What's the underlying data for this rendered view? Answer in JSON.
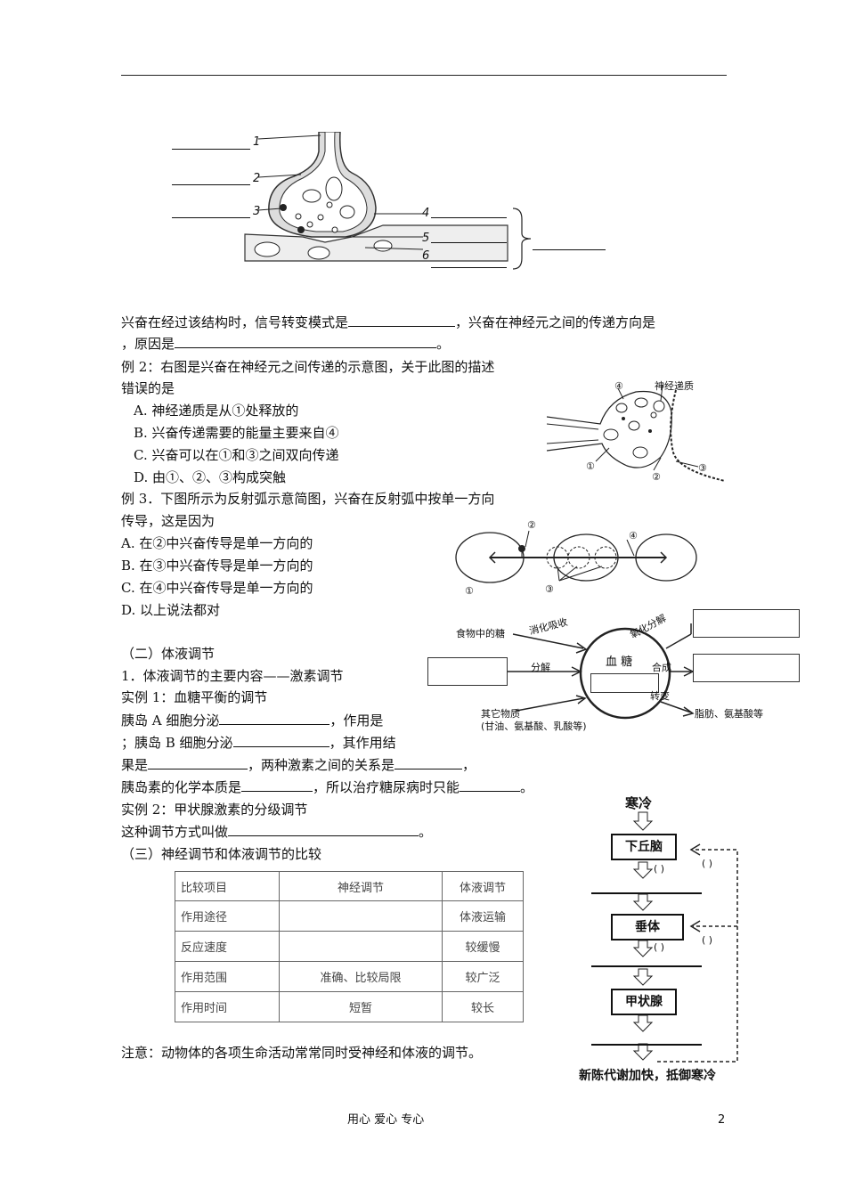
{
  "synapse_figure": {
    "labels": [
      "1",
      "2",
      "3",
      "4",
      "5",
      "6"
    ]
  },
  "q1": {
    "line1_a": "兴奋在经过该结构时，信号转变模式是",
    "line1_b": "，兴奋在神经元之间的传递方向是",
    "line2_a": "，原因是",
    "line2_b": "。"
  },
  "ex2": {
    "stem_l1": "例 2：右图是兴奋在神经元之间传递的示意图，关于此图的描述",
    "stem_l2": "错误的是",
    "options": [
      "A. 神经递质是从①处释放的",
      "B. 兴奋传递需要的能量主要来自④",
      "C. 兴奋可以在①和③之间双向传递",
      "D. 由①、②、③构成突触"
    ],
    "fig_labels": {
      "n4": "④",
      "nt": "神经递质",
      "n1": "①",
      "n2": "②",
      "n3": "③"
    }
  },
  "ex3": {
    "stem_l1": "例 3．下图所示为反射弧示意简图，兴奋在反射弧中按单一方向",
    "stem_l2": "传导，这是因为",
    "options": [
      "A. 在②中兴奋传导是单一方向的",
      "B. 在③中兴奋传导是单一方向的",
      "C. 在④中兴奋传导是单一方向的",
      "D. 以上说法都对"
    ],
    "fig_labels": {
      "n1": "①",
      "n2": "②",
      "n3": "③",
      "n4": "④"
    }
  },
  "section2": {
    "heading": "（二）体液调节",
    "item1": "1．体液调节的主要内容——激素调节",
    "case1": "实例 1：血糖平衡的调节",
    "l1_a": "胰岛 A 细胞分泌",
    "l1_b": "，作用是",
    "l2_a": "；胰岛 B 细胞分泌",
    "l2_b": "，其作用结",
    "l3_a": "果是",
    "l3_b": "，两种激素之间的关系是",
    "l3_c": "，",
    "l4_a": "胰岛素的化学本质是",
    "l4_b": "，所以治疗糖尿病时只能",
    "l4_c": "。",
    "case2": "实例 2：甲状腺激素的分级调节",
    "l5_a": "这种调节方式叫做",
    "l5_b": "。"
  },
  "glucose_figure": {
    "food": "食物中的糖",
    "digest": "消化吸收",
    "oxidize": "氧化分解",
    "decompose": "分解",
    "center": "血  糖",
    "synth": "合成",
    "convert": "转变",
    "other": "其它物质",
    "other_sub": "(甘油、氨基酸、乳酸等)",
    "fat": "脂肪、氨基酸等"
  },
  "thyroid_figure": {
    "cold": "寒冷",
    "hypothalamus": "下丘脑",
    "pituitary": "垂体",
    "thyroid": "甲状腺",
    "paren": "(  )",
    "result": "新陈代谢加快，抵御寒冷"
  },
  "section3": {
    "heading": "（三）神经调节和体液调节的比较",
    "table": [
      [
        "比较项目",
        "神经调节",
        "体液调节"
      ],
      [
        "作用途径",
        "",
        "体液运输"
      ],
      [
        "反应速度",
        "",
        "较缓慢"
      ],
      [
        "作用范围",
        "准确、比较局限",
        "较广泛"
      ],
      [
        "作用时间",
        "短暂",
        "较长"
      ]
    ]
  },
  "note": "注意：动物体的各项生命活动常常同时受神经和体液的调节。",
  "footer": "用心 爱心 专心",
  "page_number": "2"
}
